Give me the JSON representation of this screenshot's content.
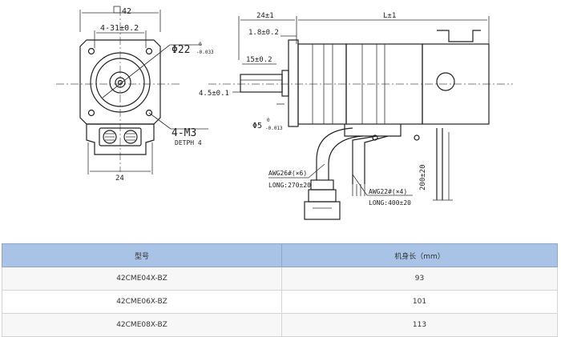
{
  "drawing": {
    "front": {
      "square_label": "42",
      "hole_spacing_label": "4-31±0.2",
      "pilot_label": "Φ22",
      "pilot_tol_upper": "0",
      "pilot_tol_lower": "-0.033",
      "thread_label": "4-M3",
      "depth_label": "DETPH 4",
      "connector_width_label": "24"
    },
    "side": {
      "flange_to_body_label": "24±1",
      "body_length_label": "L±1",
      "boss_height_label": "1.8±0.2",
      "shaft_flat_label": "15±0.2",
      "flat_depth_label": "4.5±0.1",
      "shaft_dia_label": "Φ5",
      "shaft_tol_upper": "0",
      "shaft_tol_lower": "-0.013",
      "awg26_label": "AWG26#(×6)",
      "awg26_long_label": "LONG:270±20",
      "awg22_label": "AWG22#(×4)",
      "awg22_long_label": "LONG:400±20",
      "cable_length_label": "200±20"
    }
  },
  "table": {
    "headers": [
      "型号",
      "机身长（mm）"
    ],
    "rows": [
      [
        "42CME04X-BZ",
        "93"
      ],
      [
        "42CME06X-BZ",
        "101"
      ],
      [
        "42CME08X-BZ",
        "113"
      ]
    ]
  },
  "colors": {
    "header_bg": "#a9c3e6",
    "row_alt": "#f7f7f7"
  }
}
